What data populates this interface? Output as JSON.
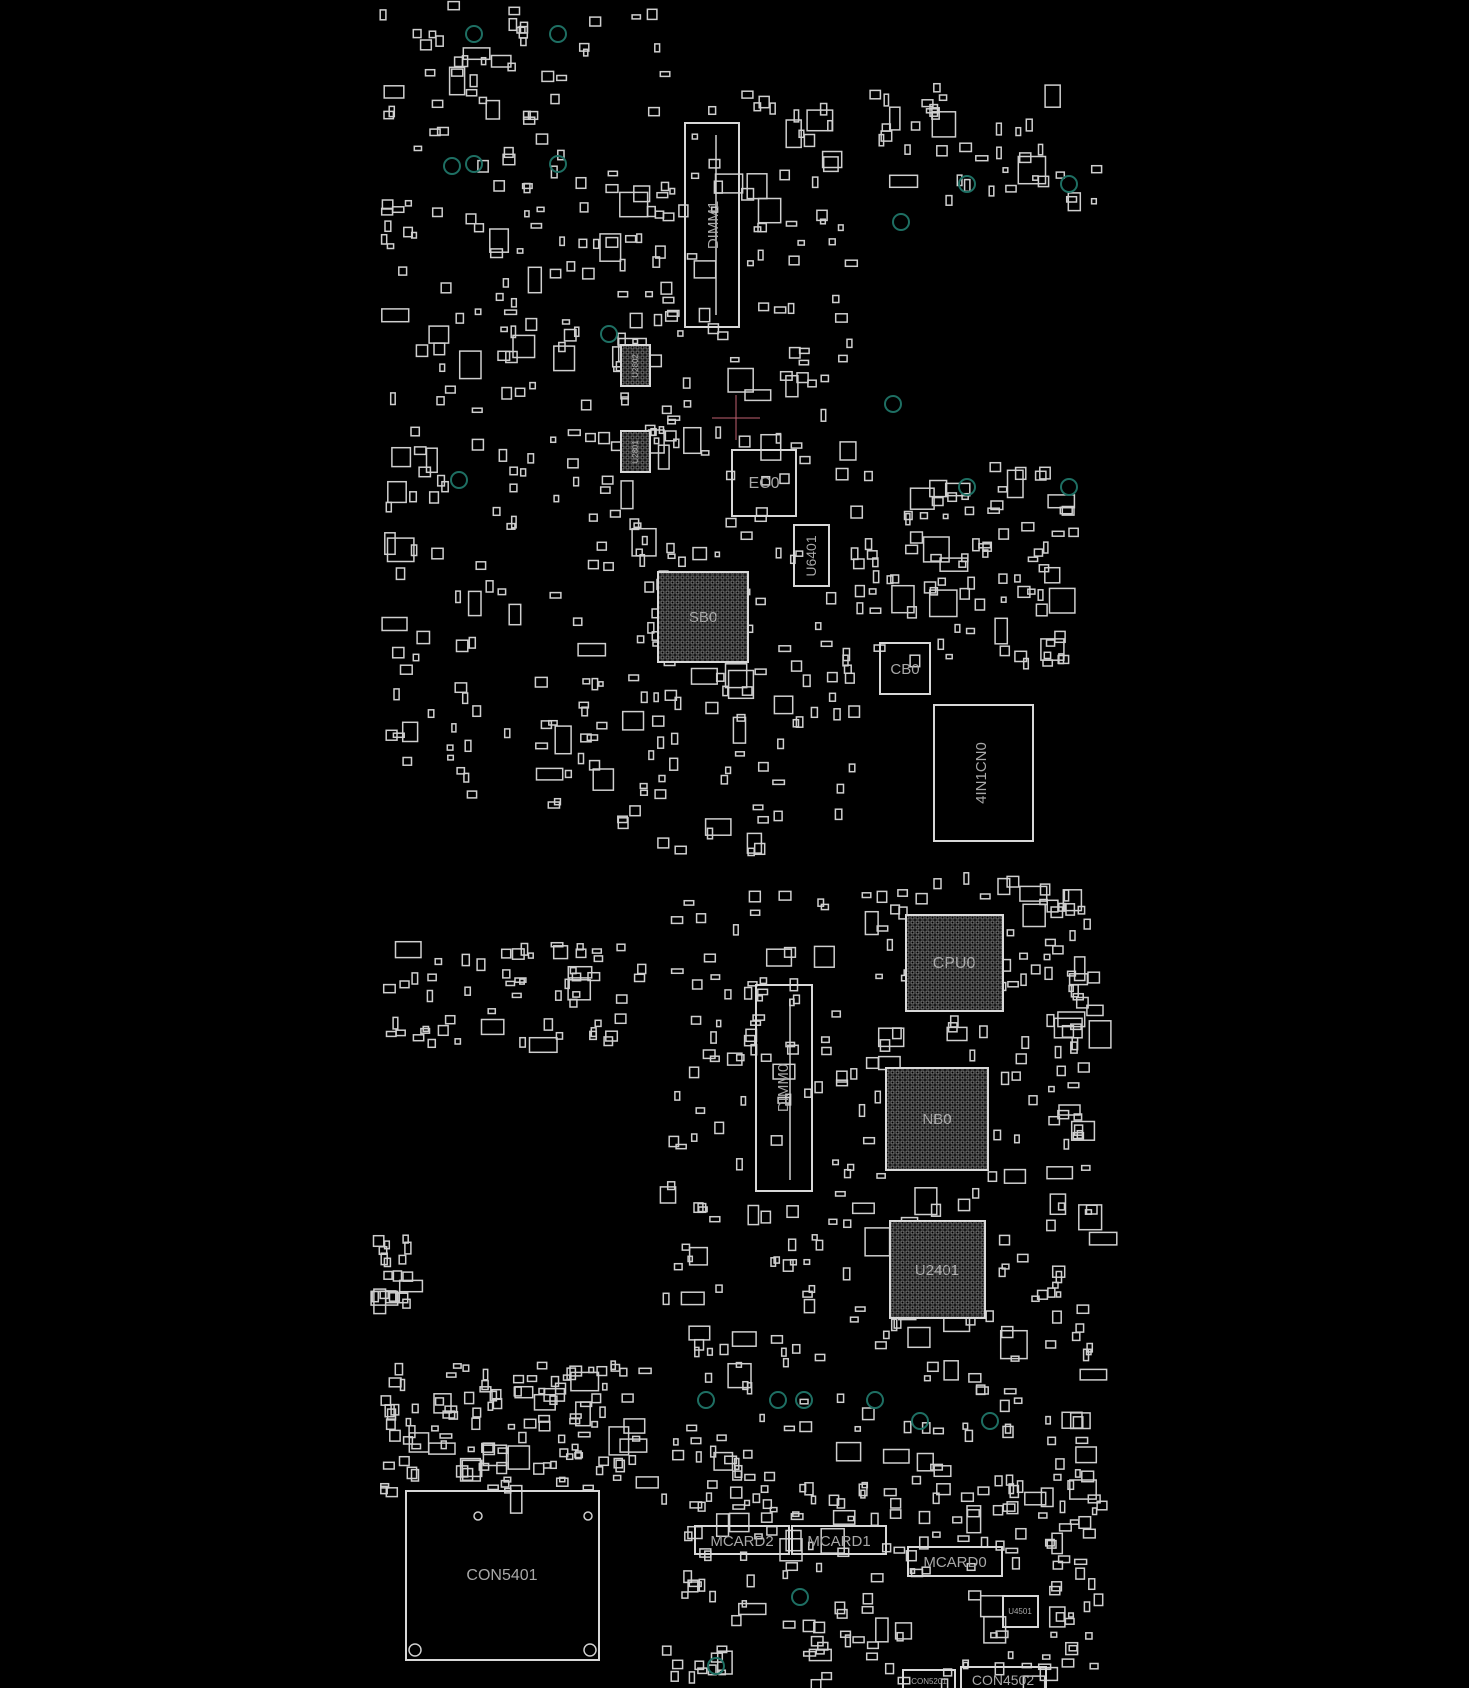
{
  "view": {
    "title": "Boardview",
    "background": "#000000",
    "outline_color": "#d8d8d8",
    "label_color": "#a8a8a8",
    "hole_color": "#1e6f63"
  },
  "components": [
    {
      "ref": "DIMM1",
      "kind": "connector",
      "rotated": true
    },
    {
      "ref": "EC0",
      "kind": "chip",
      "rotated": false
    },
    {
      "ref": "U6401",
      "kind": "chip",
      "rotated": true
    },
    {
      "ref": "SB0",
      "kind": "bga",
      "rotated": false
    },
    {
      "ref": "CB0",
      "kind": "chip",
      "rotated": false
    },
    {
      "ref": "4IN1CN0",
      "kind": "connector",
      "rotated": true
    },
    {
      "ref": "CPU0",
      "kind": "bga",
      "rotated": false
    },
    {
      "ref": "DIMM0",
      "kind": "connector",
      "rotated": true
    },
    {
      "ref": "NB0",
      "kind": "bga",
      "rotated": false
    },
    {
      "ref": "U2401",
      "kind": "bga",
      "rotated": false
    },
    {
      "ref": "CON5401",
      "kind": "connector",
      "rotated": false
    },
    {
      "ref": "MCARD2",
      "kind": "slot",
      "rotated": false
    },
    {
      "ref": "MCARD1",
      "kind": "slot",
      "rotated": false
    },
    {
      "ref": "MCARD0",
      "kind": "slot",
      "rotated": false
    },
    {
      "ref": "U4501",
      "kind": "chip",
      "rotated": false
    },
    {
      "ref": "CON5201",
      "kind": "connector",
      "rotated": false
    },
    {
      "ref": "CON4502",
      "kind": "connector",
      "rotated": false
    },
    {
      "ref": "U2801",
      "kind": "chip",
      "rotated": true
    },
    {
      "ref": "U2802",
      "kind": "chip",
      "rotated": true
    }
  ]
}
